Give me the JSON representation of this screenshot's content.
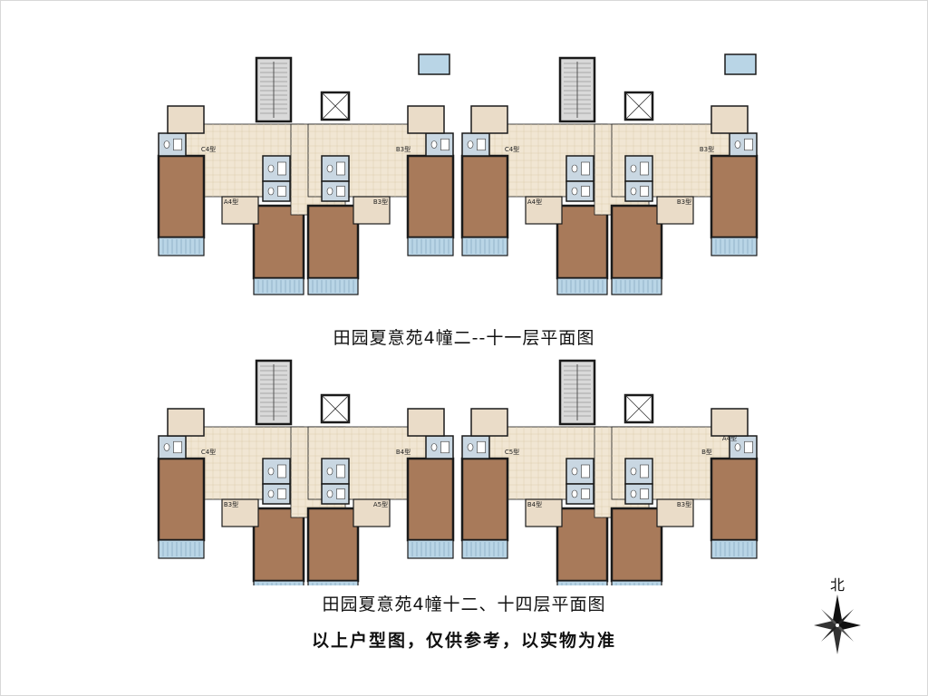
{
  "plans": [
    {
      "caption": "田园夏意苑4幢二--十一层平面图",
      "unit_labels": [
        "C4型",
        "A4型",
        "B3型",
        "B3型",
        "C4型",
        "A4型",
        "B3型",
        "B3型"
      ]
    },
    {
      "caption": "田园夏意苑4幢十二、十四层平面图",
      "unit_labels": [
        "C4型",
        "B3型",
        "B4型",
        "A5型",
        "C5型",
        "B4型",
        "B型",
        "B3型",
        "A4型"
      ]
    }
  ],
  "note": "以上户型图，仅供参考，以实物为准",
  "compass": {
    "label": "北",
    "icon": "north-arrow-compass-icon"
  },
  "colors": {
    "bedroom": "#a87a5a",
    "living": "#eadcc8",
    "floor_tile": "#f1e6d3",
    "bath": "#c9d7e2",
    "balcony": "#b9d5e6",
    "wall": "#1a1a1a",
    "stair": "#d9d9d9"
  }
}
